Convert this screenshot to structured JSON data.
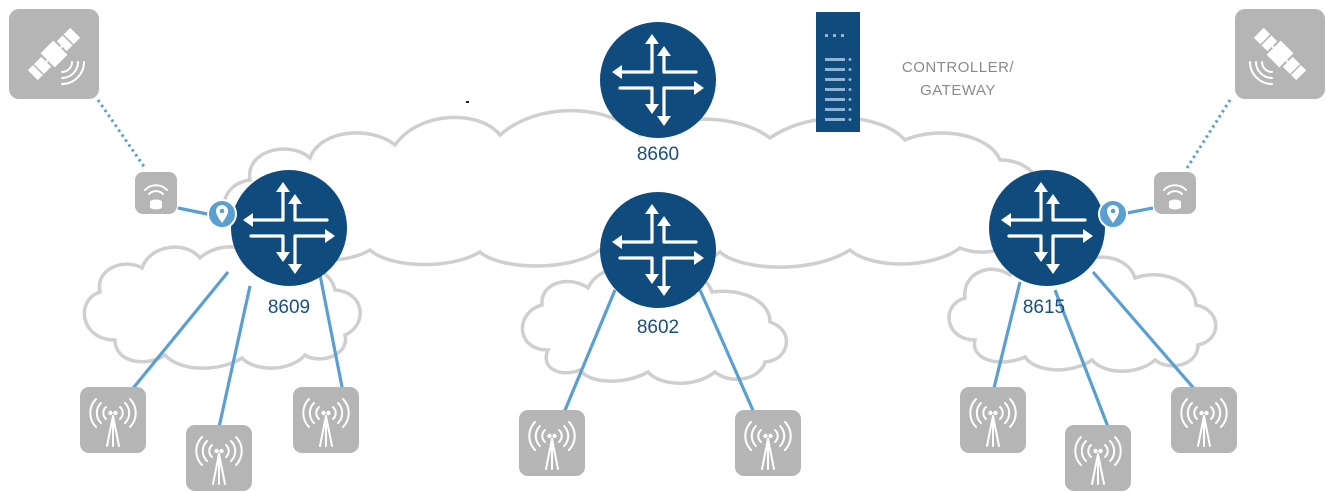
{
  "diagram": {
    "controller_label_line1": "CONTROLLER/",
    "controller_label_line2": "GATEWAY",
    "routers": [
      {
        "id": "r-8660",
        "label": "8660"
      },
      {
        "id": "r-8609",
        "label": "8609"
      },
      {
        "id": "r-8602",
        "label": "8602"
      },
      {
        "id": "r-8615",
        "label": "8615"
      }
    ],
    "colors": {
      "router": "#0f4c7d",
      "link": "#5a9fd1",
      "cloud": "#cfcfcf",
      "device": "#b5b5b5",
      "label": "#1a4f80",
      "controller_text": "#8a8a8a",
      "pin": "#5a9fd1"
    },
    "icons": [
      "satellite-icon",
      "wifi-router-icon",
      "location-pin-icon",
      "router-arrows-icon",
      "cell-tower-icon",
      "server-rack-icon"
    ]
  }
}
